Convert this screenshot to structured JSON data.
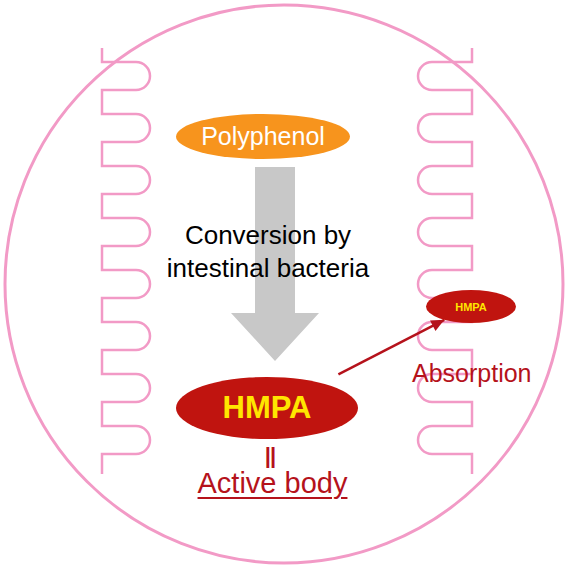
{
  "diagram": {
    "nodes": [
      {
        "text": [
          "Polyphenol"
        ]
      },
      {
        "text": [
          "HMPA"
        ]
      },
      {
        "text": [
          "HMPA"
        ]
      }
    ],
    "edges": [
      {
        "from": 0,
        "to": 1,
        "arrow": "to",
        "label": "Conversion by intestinal bacteria"
      },
      {
        "from": 1,
        "to": 2,
        "arrow": "to",
        "label": "Absorption"
      }
    ],
    "labels": [
      "||",
      "Active body"
    ]
  }
}
